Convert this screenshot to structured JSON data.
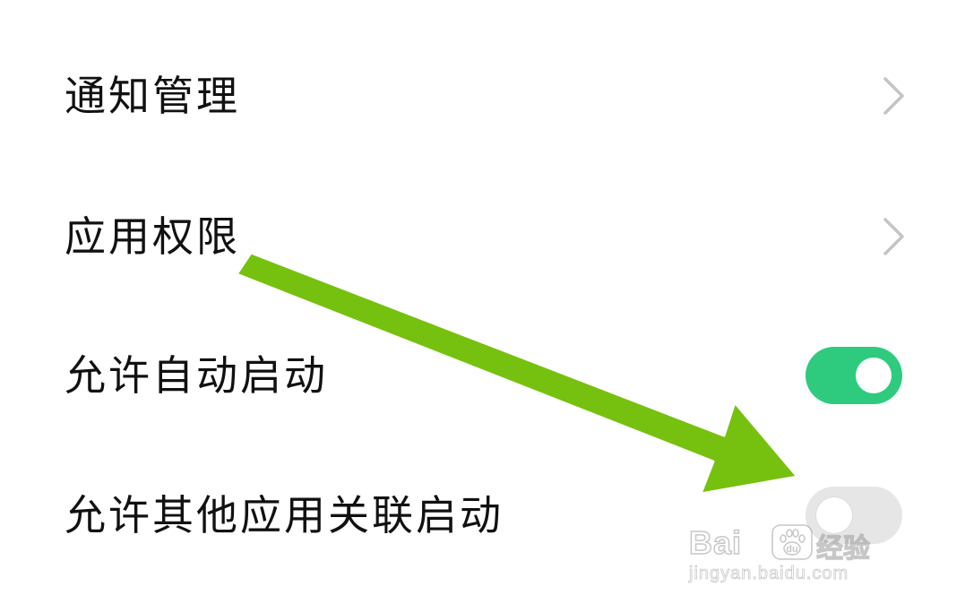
{
  "settings": {
    "items": [
      {
        "label": "通知管理",
        "control": "chevron-right-icon"
      },
      {
        "label": "应用权限",
        "control": "chevron-right-icon"
      },
      {
        "label": "允许自动启动",
        "control": "toggle",
        "state": "on"
      },
      {
        "label": "允许其他应用关联启动",
        "control": "toggle",
        "state": "off"
      }
    ]
  },
  "annotation": {
    "arrow_icon": "arrow-icon",
    "color": "#76c10f"
  },
  "colors": {
    "toggle_on": "#2ecb7f",
    "toggle_off": "#e6e6e6",
    "chevron": "#c4c4c4"
  },
  "watermark": {
    "brand_text": "Bai",
    "brand_suffix": "du",
    "cn_text": "经验",
    "url": "jingyan.baidu.com"
  }
}
